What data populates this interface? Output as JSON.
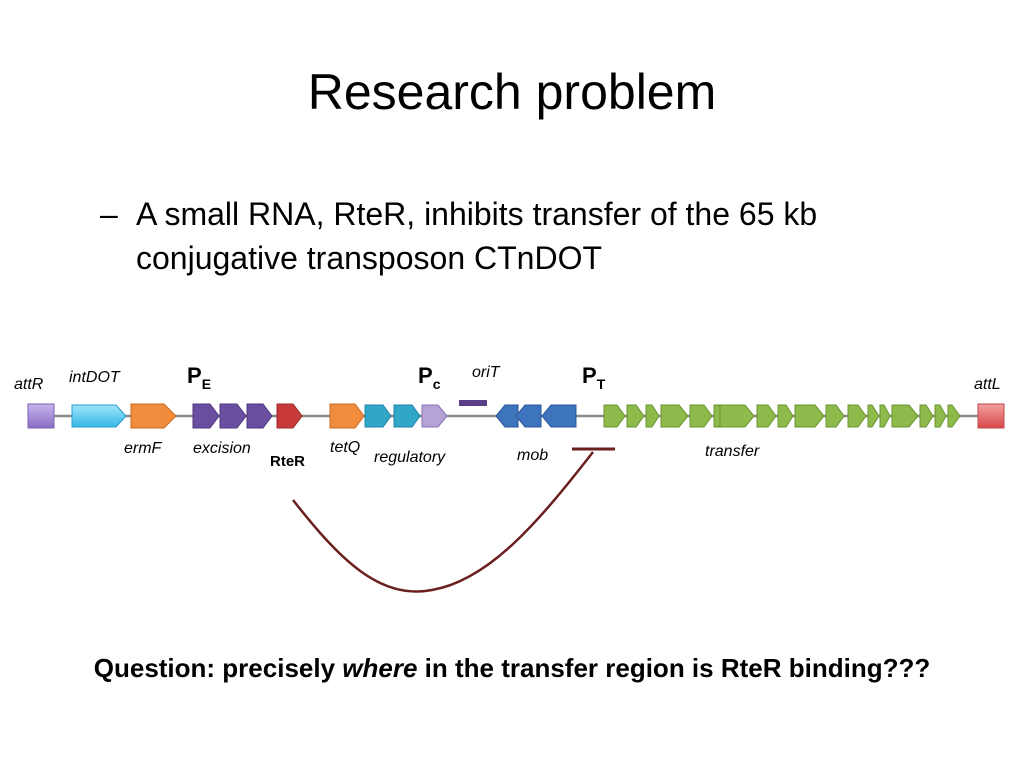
{
  "slide": {
    "title": "Research problem",
    "bullet_dash": "–",
    "bullet_text": "A small RNA, RteR, inhibits transfer of the 65 kb conjugative transposon CTnDOT",
    "question_pre": "Question: precisely ",
    "question_em": "where",
    "question_post": " in the transfer region is RteR binding???"
  },
  "diagram": {
    "labels": {
      "attR": "attR",
      "intDOT": "intDOT",
      "ermF": "ermF",
      "excision": "excision",
      "RteR": "RteR",
      "tetQ": "tetQ",
      "regulatory": "regulatory",
      "oriT": "oriT",
      "mob": "mob",
      "transfer": "transfer",
      "attL": "attL"
    },
    "promoters": {
      "PE_main": "P",
      "PE_sub": "E",
      "Pc_main": "P",
      "Pc_sub": "c",
      "PT_main": "P",
      "PT_sub": "T"
    },
    "colors": {
      "attR": "#9b7fd0",
      "intDOT": "#56c8ee",
      "orange": "#f08c3c",
      "purple": "#6a4ea0",
      "red_gene": "#c83a3a",
      "teal": "#31a6c8",
      "lavender": "#b5a3d8",
      "blue": "#3e74be",
      "green": "#8dba4a",
      "attL": "#e06060",
      "inhibition_arc": "#6b1f1f"
    }
  }
}
